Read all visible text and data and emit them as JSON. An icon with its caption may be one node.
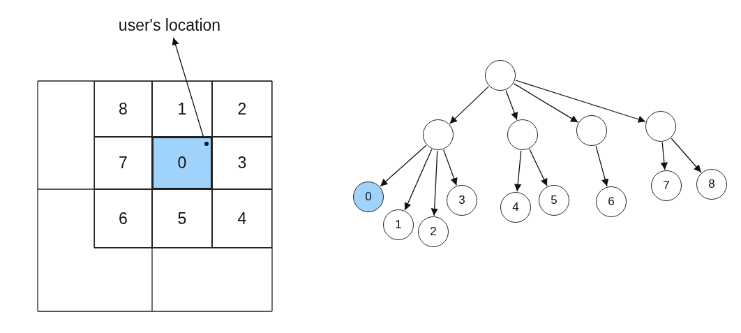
{
  "diagram": {
    "nodes": [
      {
        "text": [
          "user's location"
        ]
      },
      {
        "text": [
          "8"
        ]
      },
      {
        "text": [
          "1"
        ]
      },
      {
        "text": [
          "2"
        ]
      },
      {
        "text": [
          "7"
        ]
      },
      {
        "text": [
          "0"
        ]
      },
      {
        "text": [
          "3"
        ]
      },
      {
        "text": [
          "6"
        ]
      },
      {
        "text": [
          "5"
        ]
      },
      {
        "text": [
          "4"
        ]
      },
      {
        "text": [],
        "shape": "circle",
        "in": 5
      },
      {
        "text": [],
        "shape": "circle"
      },
      {
        "text": [],
        "shape": "circle"
      },
      {
        "text": [],
        "shape": "circle"
      },
      {
        "text": [],
        "shape": "circle"
      },
      {
        "text": [],
        "shape": "circle"
      },
      {
        "text": [
          "0"
        ]
      },
      {
        "text": [
          "1"
        ]
      },
      {
        "text": [
          "2"
        ]
      },
      {
        "text": [
          "3"
        ]
      },
      {
        "text": [
          "4"
        ]
      },
      {
        "text": [
          "5"
        ]
      },
      {
        "text": [
          "6"
        ]
      },
      {
        "text": [
          "7"
        ]
      },
      {
        "text": [
          "8"
        ]
      }
    ],
    "edges": [
      {
        "from": 10,
        "to": 0,
        "arrow": "to"
      },
      {
        "from": 11,
        "to": 12,
        "arrow": "to"
      },
      {
        "from": 11,
        "to": 13,
        "arrow": "to"
      },
      {
        "from": 11,
        "to": 14,
        "arrow": "to"
      },
      {
        "from": 11,
        "to": 15,
        "arrow": "to"
      },
      {
        "from": 12,
        "to": 16,
        "arrow": "to"
      },
      {
        "from": 12,
        "to": 17,
        "arrow": "to"
      },
      {
        "from": 12,
        "to": 18,
        "arrow": "to"
      },
      {
        "from": 12,
        "to": 19,
        "arrow": "to"
      },
      {
        "from": 13,
        "to": 20,
        "arrow": "to"
      },
      {
        "from": 13,
        "to": 21,
        "arrow": "to"
      },
      {
        "from": 14,
        "to": 22,
        "arrow": "to"
      },
      {
        "from": 15,
        "to": 23,
        "arrow": "to"
      },
      {
        "from": 15,
        "to": 24,
        "arrow": "to"
      }
    ]
  }
}
